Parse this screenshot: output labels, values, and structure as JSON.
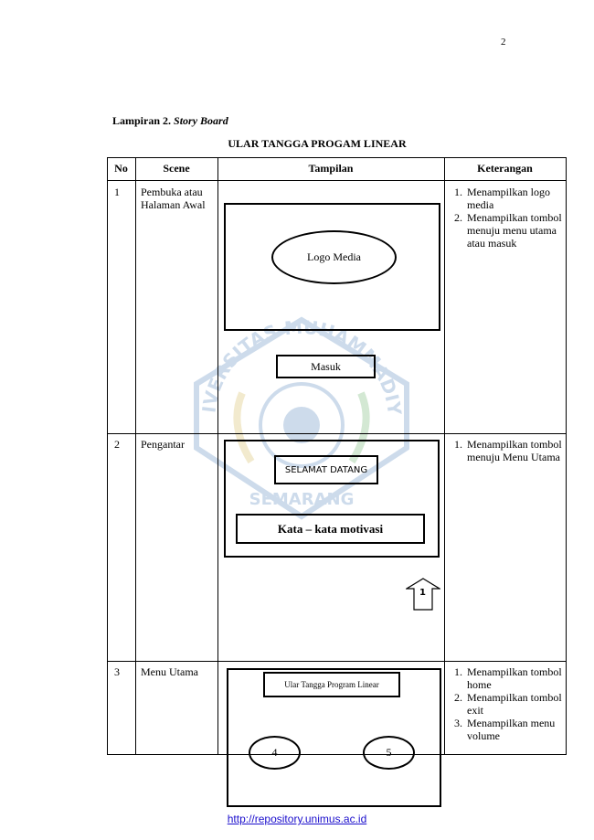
{
  "page_number": "2",
  "heading": {
    "prefix": "Lampiran 2. ",
    "emph": "Story Board"
  },
  "title": "ULAR TANGGA PROGAM LINEAR",
  "table": {
    "headers": {
      "no": "No",
      "scene": "Scene",
      "tampilan": "Tampilan",
      "keterangan": "Keterangan"
    },
    "rows": [
      {
        "no": "1",
        "scene": "Pembuka atau Halaman Awal",
        "tampilan": {
          "logo": "Logo Media",
          "button": "Masuk"
        },
        "keterangan": [
          "Menampilkan logo media",
          "Menampilkan tombol menuju menu utama atau masuk"
        ]
      },
      {
        "no": "2",
        "scene": "Pengantar",
        "tampilan": {
          "greeting": "SELAMAT DATANG",
          "motivation": "Kata – kata motivasi",
          "nav_badge": "1"
        },
        "keterangan": [
          "Menampilkan tombol menuju Menu Utama"
        ]
      },
      {
        "no": "3",
        "scene": "Menu Utama",
        "tampilan": {
          "app_title": "Ular Tangga Program Linear",
          "circle_left": "4",
          "circle_right": "5"
        },
        "keterangan": [
          "Menampilkan tombol home",
          "Menampilkan tombol exit",
          "Menampilkan menu volume"
        ]
      }
    ]
  },
  "watermark": {
    "top_text": "UNIVERSITAS MUHAMMADIYAH",
    "bottom_text": "SEMARANG",
    "color": "#1f5fa8"
  },
  "footer": {
    "link_text": "http://repository.unimus.ac.id"
  }
}
